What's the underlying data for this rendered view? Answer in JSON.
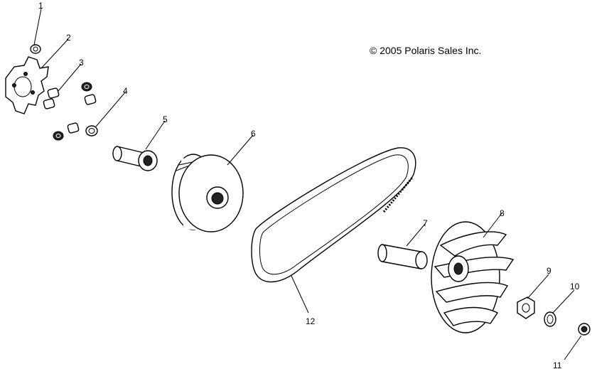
{
  "copyright": "© 2005 Polaris Sales Inc.",
  "callouts": [
    {
      "num": "1"
    },
    {
      "num": "2"
    },
    {
      "num": "3"
    },
    {
      "num": "4"
    },
    {
      "num": "5"
    },
    {
      "num": "6"
    },
    {
      "num": "7"
    },
    {
      "num": "8"
    },
    {
      "num": "9"
    },
    {
      "num": "10"
    },
    {
      "num": "11"
    },
    {
      "num": "12"
    }
  ]
}
